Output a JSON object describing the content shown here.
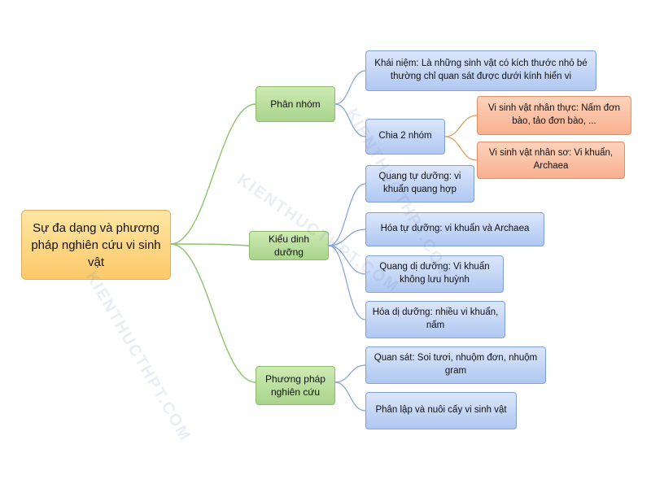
{
  "root": {
    "text": "Sự đa dạng và phương pháp nghiên cứu vi sinh vật"
  },
  "branches": {
    "phan_nhom": "Phân nhóm",
    "kieu_dinh_duong": "Kiểu dinh dưỡng",
    "phuong_phap": "Phương pháp nghiên cứu"
  },
  "leaves": {
    "khai_niem": "Khái niệm: Là những sinh vật có kích thước nhỏ bé thường chỉ quan sát được dưới kính hiển vi",
    "chia_2_nhom": "Chia 2 nhóm",
    "nhan_thuc": "Vi sinh vật nhân thực: Nấm đơn bào, tảo đơn bào, ...",
    "nhan_so": "Vi sinh vật nhân sơ: Vi khuẩn, Archaea",
    "quang_tu_duong": "Quang tự dưỡng: vi khuẩn quang hợp",
    "hoa_tu_duong": "Hóa tự dưỡng: vi khuẩn và Archaea",
    "quang_di_duong": "Quang dị dưỡng: Vi khuẩn không lưu huỳnh",
    "hoa_di_duong": "Hóa dị dưỡng: nhiều vi khuẩn, nấm",
    "quan_sat": "Quan sát: Soi tươi, nhuộm đơn, nhuộm gram",
    "phan_lap": "Phân lập và nuôi cấy vi sinh vật"
  },
  "watermark": {
    "text": "KIENTHUCTHPT.COM"
  },
  "colors": {
    "green_line": "#8cc46a",
    "blue_line": "#7fa0d8",
    "orange_line": "#e59a5a"
  }
}
